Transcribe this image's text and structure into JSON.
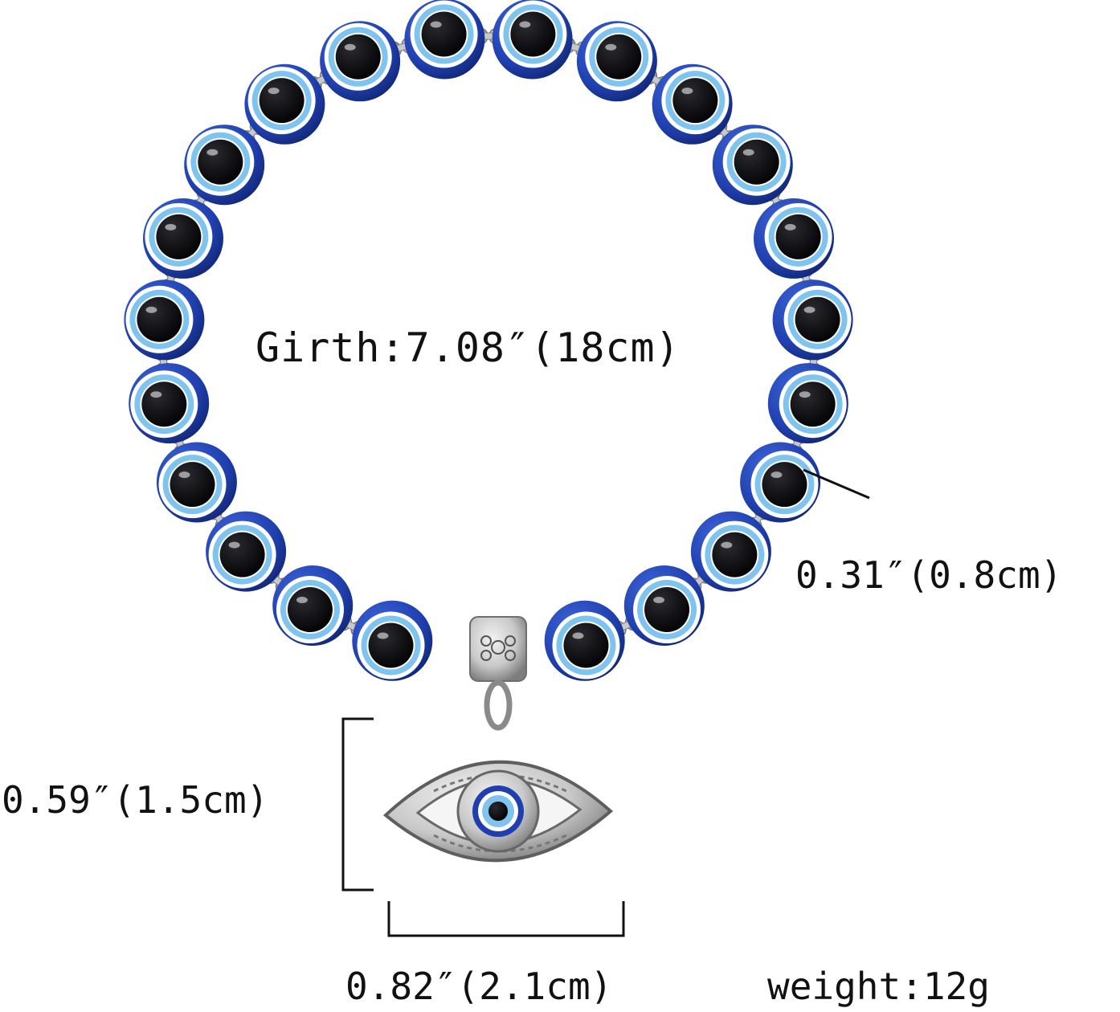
{
  "measurements": {
    "girth": "Girth:7.08″(18cm)",
    "bead_diameter": "0.31″(0.8cm)",
    "charm_height": "0.59″(1.5cm)",
    "charm_width": "0.82″(2.1cm)",
    "weight": "weight:12g"
  },
  "colors": {
    "bead_blue": "#1f3fae",
    "bead_light_blue": "#7fc4ee",
    "bead_white": "#ffffff",
    "pupil": "#0d0d10",
    "silver": "#c9c9c9",
    "silver_dark": "#7d7d7d",
    "dimension_line": "#111111"
  },
  "bracelet": {
    "bead_count": 22,
    "bead_style": "evil-eye",
    "spacer_style": "silver-flower",
    "charm": "evil-eye-charm"
  }
}
